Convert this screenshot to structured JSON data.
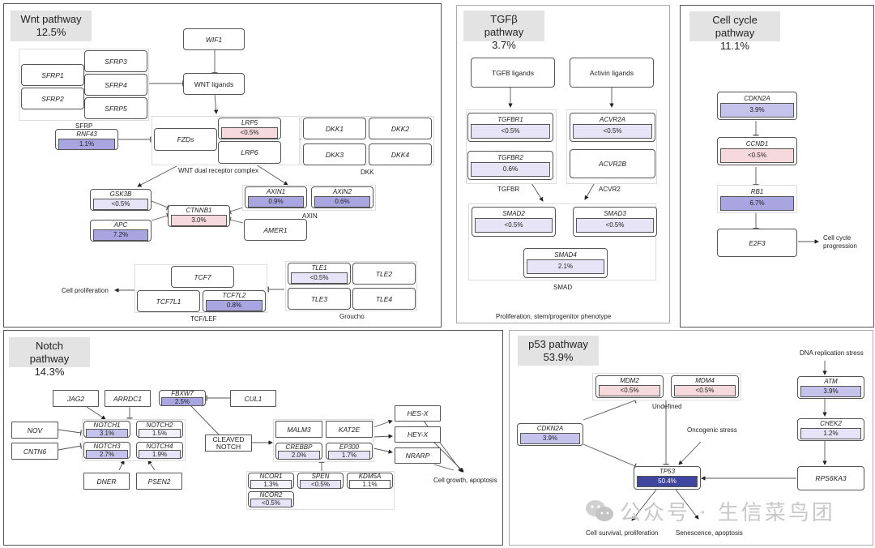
{
  "colors": {
    "pink": "#f6d9dc",
    "lavender_light": "#e6e4f6",
    "lavender_mid": "#c5c3eb",
    "lavender_strong": "#a8a5e0",
    "blue_dark": "#3e46a0",
    "panel_title_bg": "#e3e3e3"
  },
  "wnt": {
    "title": "Wnt pathway",
    "pct": "12.5%",
    "wif1": "WIF1",
    "wnt_ligands": "WNT ligands",
    "sfrp": {
      "label": "SFRP",
      "items": [
        "SFRP1",
        "SFRP2",
        "SFRP3",
        "SFRP4",
        "SFRP5"
      ]
    },
    "rnf43": {
      "name": "RNF43",
      "value": "1.1%"
    },
    "fzds": "FZDs",
    "lrp5": {
      "name": "LRP5",
      "value": "<0.5%"
    },
    "lrp6": "LRP6",
    "receptor_complex_label": "WNT dual receptor complex",
    "dkk": {
      "label": "DKK",
      "items": [
        "DKK1",
        "DKK2",
        "DKK3",
        "DKK4"
      ]
    },
    "gsk3b": {
      "name": "GSK3B",
      "value": "<0.5%"
    },
    "apc": {
      "name": "APC",
      "value": "7.2%"
    },
    "ctnnb1": {
      "name": "CTNNB1",
      "value": "3.0%"
    },
    "axin1": {
      "name": "AXIN1",
      "value": "0.9%"
    },
    "axin2": {
      "name": "AXIN2",
      "value": "0.6%"
    },
    "axin_label": "AXIN",
    "amer1": "AMER1",
    "tcf7": "TCF7",
    "tcf7l1": "TCF7L1",
    "tcf7l2": {
      "name": "TCF7L2",
      "value": "0.8%"
    },
    "tcf_label": "TCF/LEF",
    "tle1": {
      "name": "TLE1",
      "value": "<0.5%"
    },
    "tle2": "TLE2",
    "tle3": "TLE3",
    "tle4": "TLE4",
    "groucho_label": "Groucho",
    "outcome": "Cell proliferation"
  },
  "tgfb": {
    "title": "TGFβ pathway",
    "pct": "3.7%",
    "tgfb_ligands": "TGFB ligands",
    "activin_ligands": "Activin ligands",
    "tgfbr1": {
      "name": "TGFBR1",
      "value": "<0.5%"
    },
    "tgfbr2": {
      "name": "TGFBR2",
      "value": "0.6%"
    },
    "tgfbr_label": "TGFBR",
    "acvr2a": {
      "name": "ACVR2A",
      "value": "<0.5%"
    },
    "acvr2b": "ACVR2B",
    "acvr2_label": "ACVR2",
    "smad2": {
      "name": "SMAD2",
      "value": "<0.5%"
    },
    "smad3": {
      "name": "SMAD3",
      "value": "<0.5%"
    },
    "smad4": {
      "name": "SMAD4",
      "value": "2.1%"
    },
    "smad_label": "SMAD",
    "outcome": "Proliferation, stem/progenitor phenotype"
  },
  "cellcycle": {
    "title": "Cell cycle pathway",
    "pct": "11.1%",
    "cdkn2a": {
      "name": "CDKN2A",
      "value": "3.9%"
    },
    "ccnd1": {
      "name": "CCND1",
      "value": "<0.5%"
    },
    "rb1": {
      "name": "RB1",
      "value": "6.7%"
    },
    "e2f3": "E2F3",
    "outcome_line1": "Cell cycle",
    "outcome_line2": "progression"
  },
  "notch": {
    "title": "Notch pathway",
    "pct": "14.3%",
    "jag2": "JAG2",
    "arrdc1": "ARRDC1",
    "fbxw7": {
      "name": "FBXW7",
      "value": "2.5%"
    },
    "cul1": "CUL1",
    "nov": "NOV",
    "cntn6": "CNTN6",
    "notch1": {
      "name": "NOTCH1",
      "value": "3.1%"
    },
    "notch2": {
      "name": "NOTCH2",
      "value": "1.5%"
    },
    "notch3": {
      "name": "NOTCH3",
      "value": "2.7%"
    },
    "notch4": {
      "name": "NOTCH4",
      "value": "1.9%"
    },
    "dner": "DNER",
    "psen2": "PSEN2",
    "cleaved_line1": "CLEAVED",
    "cleaved_line2": "NOTCH",
    "malm3": "MALM3",
    "kat2e": "KAT2E",
    "crebbp": {
      "name": "CREBBP",
      "value": "2.0%"
    },
    "ep300": {
      "name": "EP300",
      "value": "1.7%"
    },
    "ncor1": {
      "name": "NCOR1",
      "value": "1.3%"
    },
    "spen": {
      "name": "SPEN",
      "value": "<0.5%"
    },
    "kdm5a": {
      "name": "KDM5A",
      "value": "1.1%"
    },
    "ncor2": {
      "name": "NCOR2",
      "value": "<0.5%"
    },
    "hesx": "HES-X",
    "heyx": "HEY-X",
    "nrarp": "NRARP",
    "outcome": "Cell growth, apoptosis"
  },
  "p53": {
    "title": "p53 pathway",
    "pct": "53.9%",
    "mdm2": {
      "name": "MDM2",
      "value": "<0.5%"
    },
    "mdm4": {
      "name": "MDM4",
      "value": "<0.5%"
    },
    "undefined_label": "Undefined",
    "cdkn2a": {
      "name": "CDKN2A",
      "value": "3.9%"
    },
    "oncogenic_stress": "Oncogenic stress",
    "dna_stress": "DNA replication stress",
    "atm": {
      "name": "ATM",
      "value": "3.9%"
    },
    "chek2": {
      "name": "CHEK2",
      "value": "1.2%"
    },
    "rps6ka3": "RPS6KA3",
    "tp53": {
      "name": "TP53",
      "value": "50.4%"
    },
    "outcome_left": "Cell survival, proliferation",
    "outcome_right": "Senescence, apoptosis"
  },
  "watermark": "公众号 · 生信菜鸟团"
}
